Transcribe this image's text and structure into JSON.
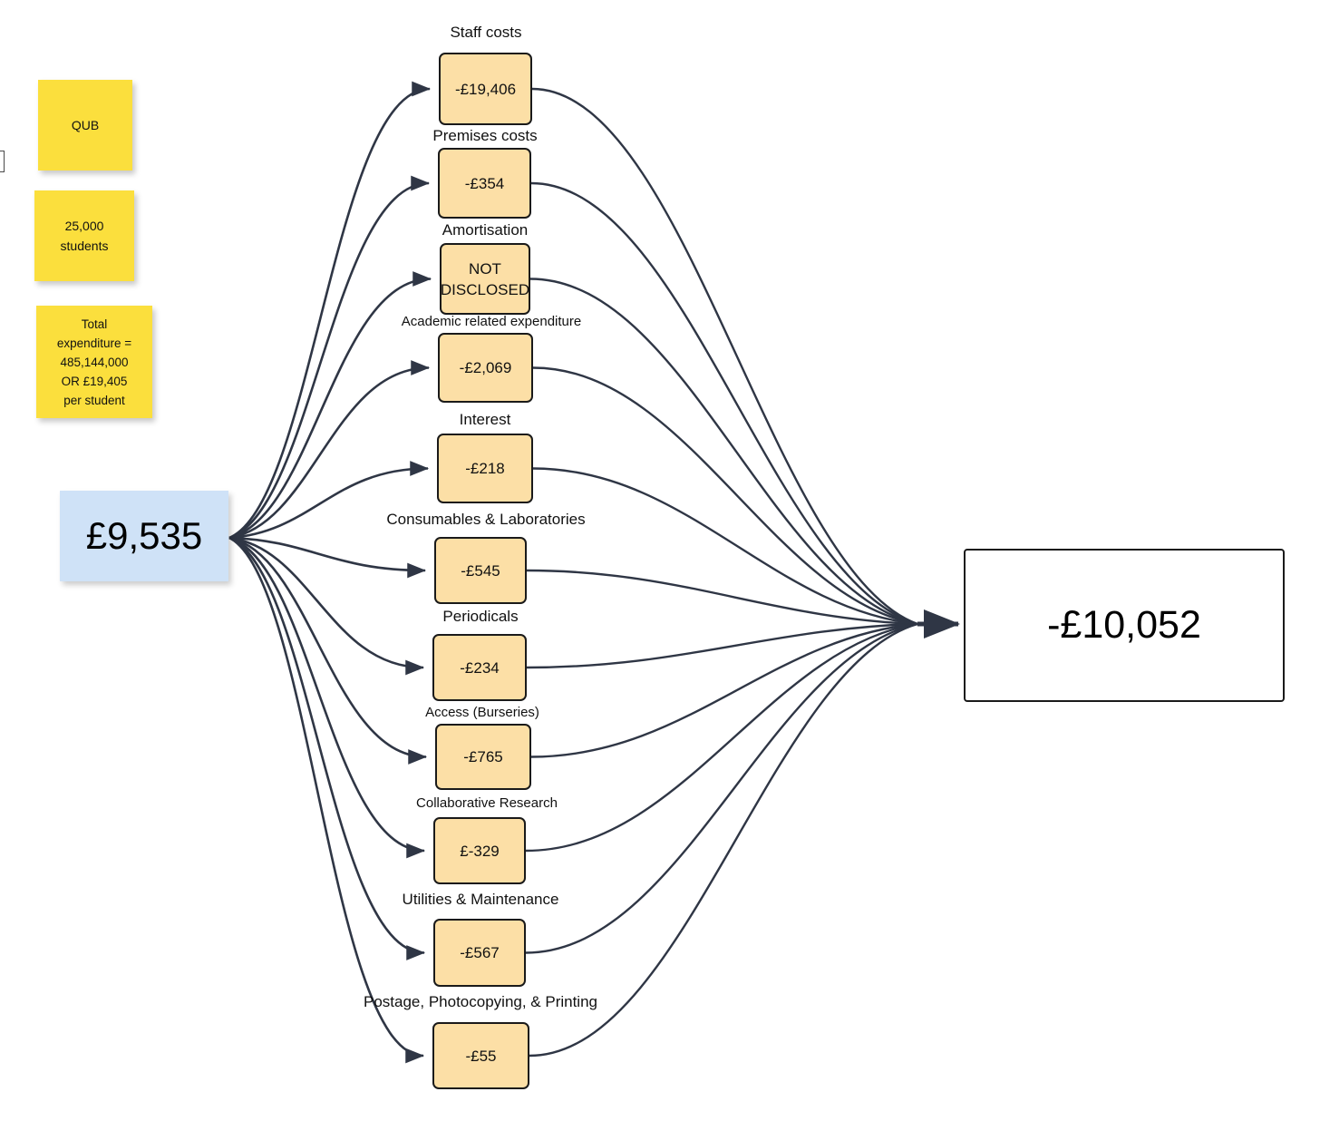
{
  "diagram": {
    "type": "flow",
    "source": {
      "label": "£9,535",
      "name": "total-income-per-student"
    },
    "target": {
      "label": "-£10,052",
      "name": "total-expenditure-per-student"
    },
    "notes": [
      {
        "text": "QUB"
      },
      {
        "text": "25,000\nstudents"
      },
      {
        "text": "Total\nexpenditure =\n485,144,000\nOR £19,405\nper student"
      }
    ],
    "steps": [
      {
        "label": "Staff costs",
        "value": "-£19,406"
      },
      {
        "label": "Premises costs",
        "value": "-£354"
      },
      {
        "label": "Amortisation",
        "value": "NOT\nDISCLOSED"
      },
      {
        "label": "Academic related expenditure",
        "value": "-£2,069"
      },
      {
        "label": "Interest",
        "value": "-£218"
      },
      {
        "label": "Consumables & Laboratories",
        "value": "-£545"
      },
      {
        "label": "Periodicals",
        "value": "-£234"
      },
      {
        "label": "Access (Burseries)",
        "value": "-£765"
      },
      {
        "label": "Collaborative Research",
        "value": "£-329"
      },
      {
        "label": "Utilities & Maintenance",
        "value": "-£567"
      },
      {
        "label": "Postage, Photocopying, & Printing",
        "value": "-£55"
      }
    ]
  },
  "colors": {
    "sticky": "#fbdf3d",
    "step_fill": "#fcdfa6",
    "source_fill": "#cfe2f7",
    "stroke": "#2f3645",
    "border": "#1a1a1a",
    "background": "#ffffff"
  }
}
